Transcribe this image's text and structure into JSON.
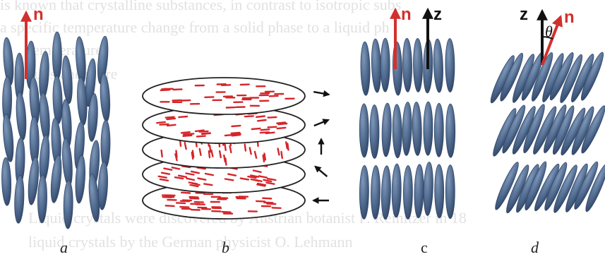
{
  "background_text": [
    "is known that crystalline substances, in contrast to isotropic subs",
    "a specific temperature change from a solid phase to a liquid ph",
    "temperature",
    "substances are",
    "Liquid crystals were discovered by Austrian botanist F. Reinitzer in 18",
    "liquid crystals by the German physicist O. Lehmann"
  ],
  "panels": {
    "a": {
      "caption": "a",
      "director_label": "n"
    },
    "b": {
      "caption": "b"
    },
    "c": {
      "caption": "c",
      "director_label": "n",
      "axis_label": "z"
    },
    "d": {
      "caption": "d",
      "director_label": "n",
      "axis_label": "z",
      "angle_label": "θ"
    }
  },
  "colors": {
    "molecule": "#4f6a8e",
    "molecule_dark": "#34496a",
    "director_arrow": "#d2302d",
    "rod": "#d4262a",
    "axis_arrow": "#111111",
    "background_text": "#e2e2e2"
  }
}
